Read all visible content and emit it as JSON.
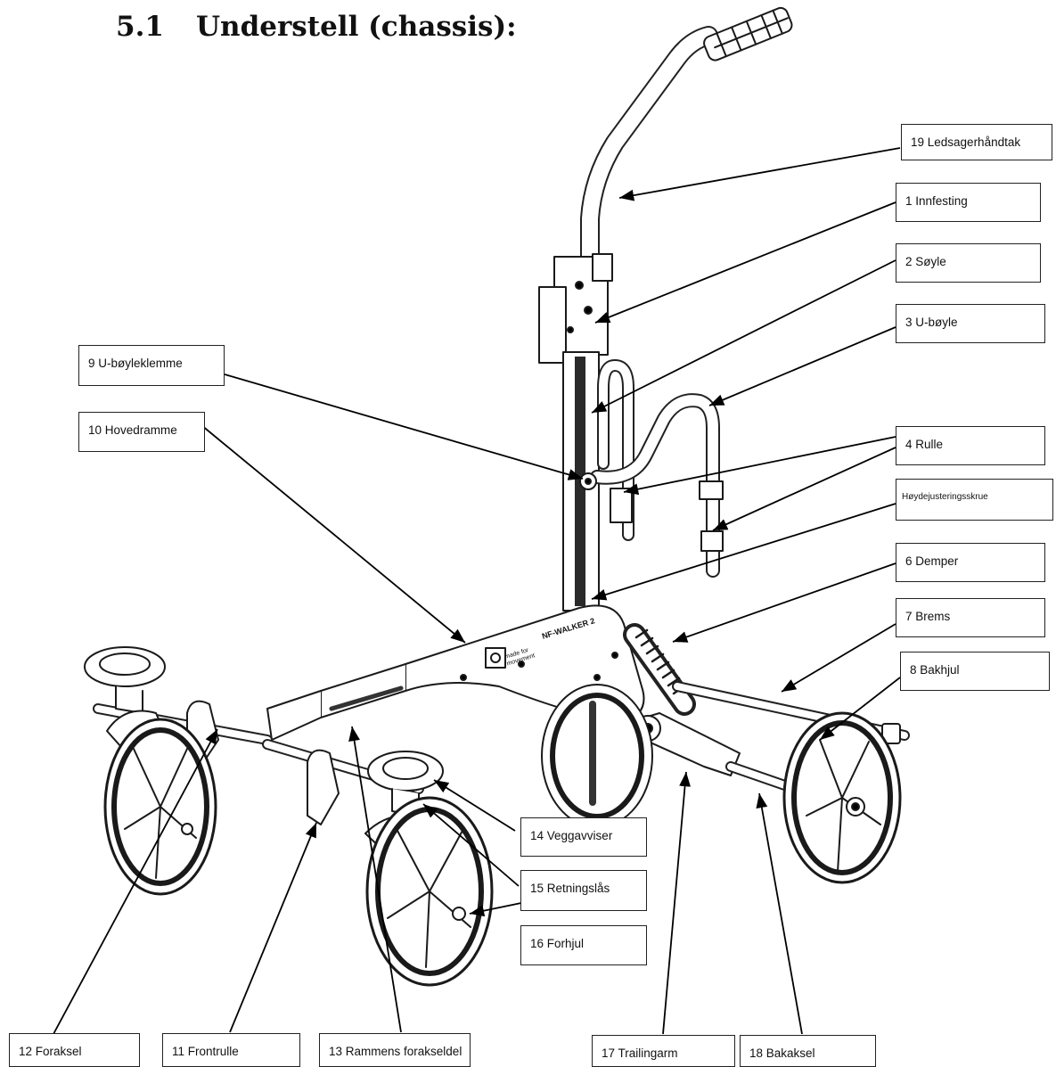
{
  "section": {
    "number": "5.1",
    "title": "Understell (chassis):"
  },
  "labels": {
    "ledsagerhandtak": "19 Ledsagerhåndtak",
    "innfesting": "1 Innfesting",
    "soyle": "2 Søyle",
    "ubøyle": "3 U-bøyle",
    "rulle": "4 Rulle",
    "hoydejustering": "Høydejusteringsskrue",
    "demper": "6 Demper",
    "brems": "7 Brems",
    "bakhjul": "8 Bakhjul",
    "ubøyleklemme": "9 U-bøyleklemme",
    "hovedramme": "10 Hovedramme",
    "veggavviser": "14 Veggavviser",
    "retningslas": "15 Retningslås",
    "forhjul": "16 Forhjul",
    "foraksel": "12 Foraksel",
    "frontrulle": "11 Frontrulle",
    "rammens_forakseldel": "13 Rammens forakseldel",
    "trailingarm": "17 Trailingarm",
    "bakaksel": "18 Bakaksel"
  },
  "frame_text": {
    "brand_small": "made for movement",
    "model": "NF-WALKER 2"
  }
}
